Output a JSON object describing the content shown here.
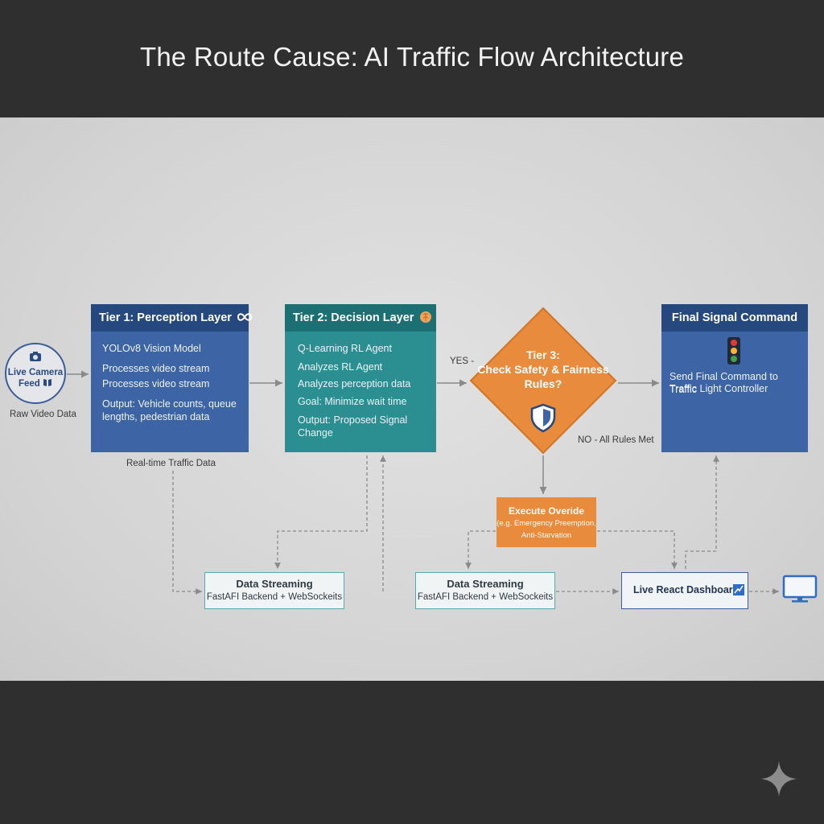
{
  "title": "The Route Cause: AI Traffic Flow Architecture",
  "input": {
    "camera_label_line1": "Live Camera",
    "camera_label_line2": "Feed",
    "raw_label": "Raw Video Data",
    "realtime_label": "Real-time Traffic Data"
  },
  "tier1": {
    "heading": "Tier 1: Perception Layer",
    "lines": [
      "YOLOv8 Vision Model",
      "Processes video stream",
      "Processes video stream",
      "Output: Vehicle counts, queue",
      "lengths, pedestrian data"
    ]
  },
  "tier2": {
    "heading": "Tier 2: Decision Layer",
    "lines": [
      "Q-Learning RL Agent",
      "Analyzes RL Agent",
      "Analyzes perception data",
      "Goal: Minimize wait time",
      "Output: Proposed Signal Change"
    ]
  },
  "tier3": {
    "line1": "Tier 3:",
    "line2": "Check Safety & Fairness",
    "line3": "Rules?",
    "yes_label": "YES -",
    "no_label": "NO - All Rules Met"
  },
  "final": {
    "heading": "Final Signal Command",
    "line1": "Send Final Command to Traffic",
    "line2": "Traffic Light Controller"
  },
  "override": {
    "title": "Execute Overide",
    "line1": "(e.g. Emergency Preemption,",
    "line2": "Anti-Starvation"
  },
  "streaming1": {
    "title": "Data Streaming",
    "subtitle": "FastAFI Backend + WebSockeits"
  },
  "streaming2": {
    "title": "Data Streaming",
    "subtitle": "FastAFI Backend + WebSockeits"
  },
  "dashboard": {
    "title": "Live React Dashboard"
  },
  "colors": {
    "tier1": "#3d64a4",
    "tier1_header": "#25487f",
    "tier2": "#2b8e91",
    "tier2_header": "#1c6f73",
    "tier3": "#e88b3c",
    "final": "#3d64a4",
    "override": "#e88b3c",
    "streaming_border": "#5aa7b1",
    "dashboard_border": "#3b5e99",
    "arrow": "#8a8a8a"
  },
  "icons": {
    "tier1": "infinity-icon",
    "tier2": "brain-icon",
    "tier3": "shield-icon",
    "final": "traffic-light-icon",
    "camera": "camera-icon",
    "camera_feed": "book-icon",
    "dashboard": "chart-icon",
    "monitor": "monitor-icon",
    "corner": "sparkle-icon"
  }
}
